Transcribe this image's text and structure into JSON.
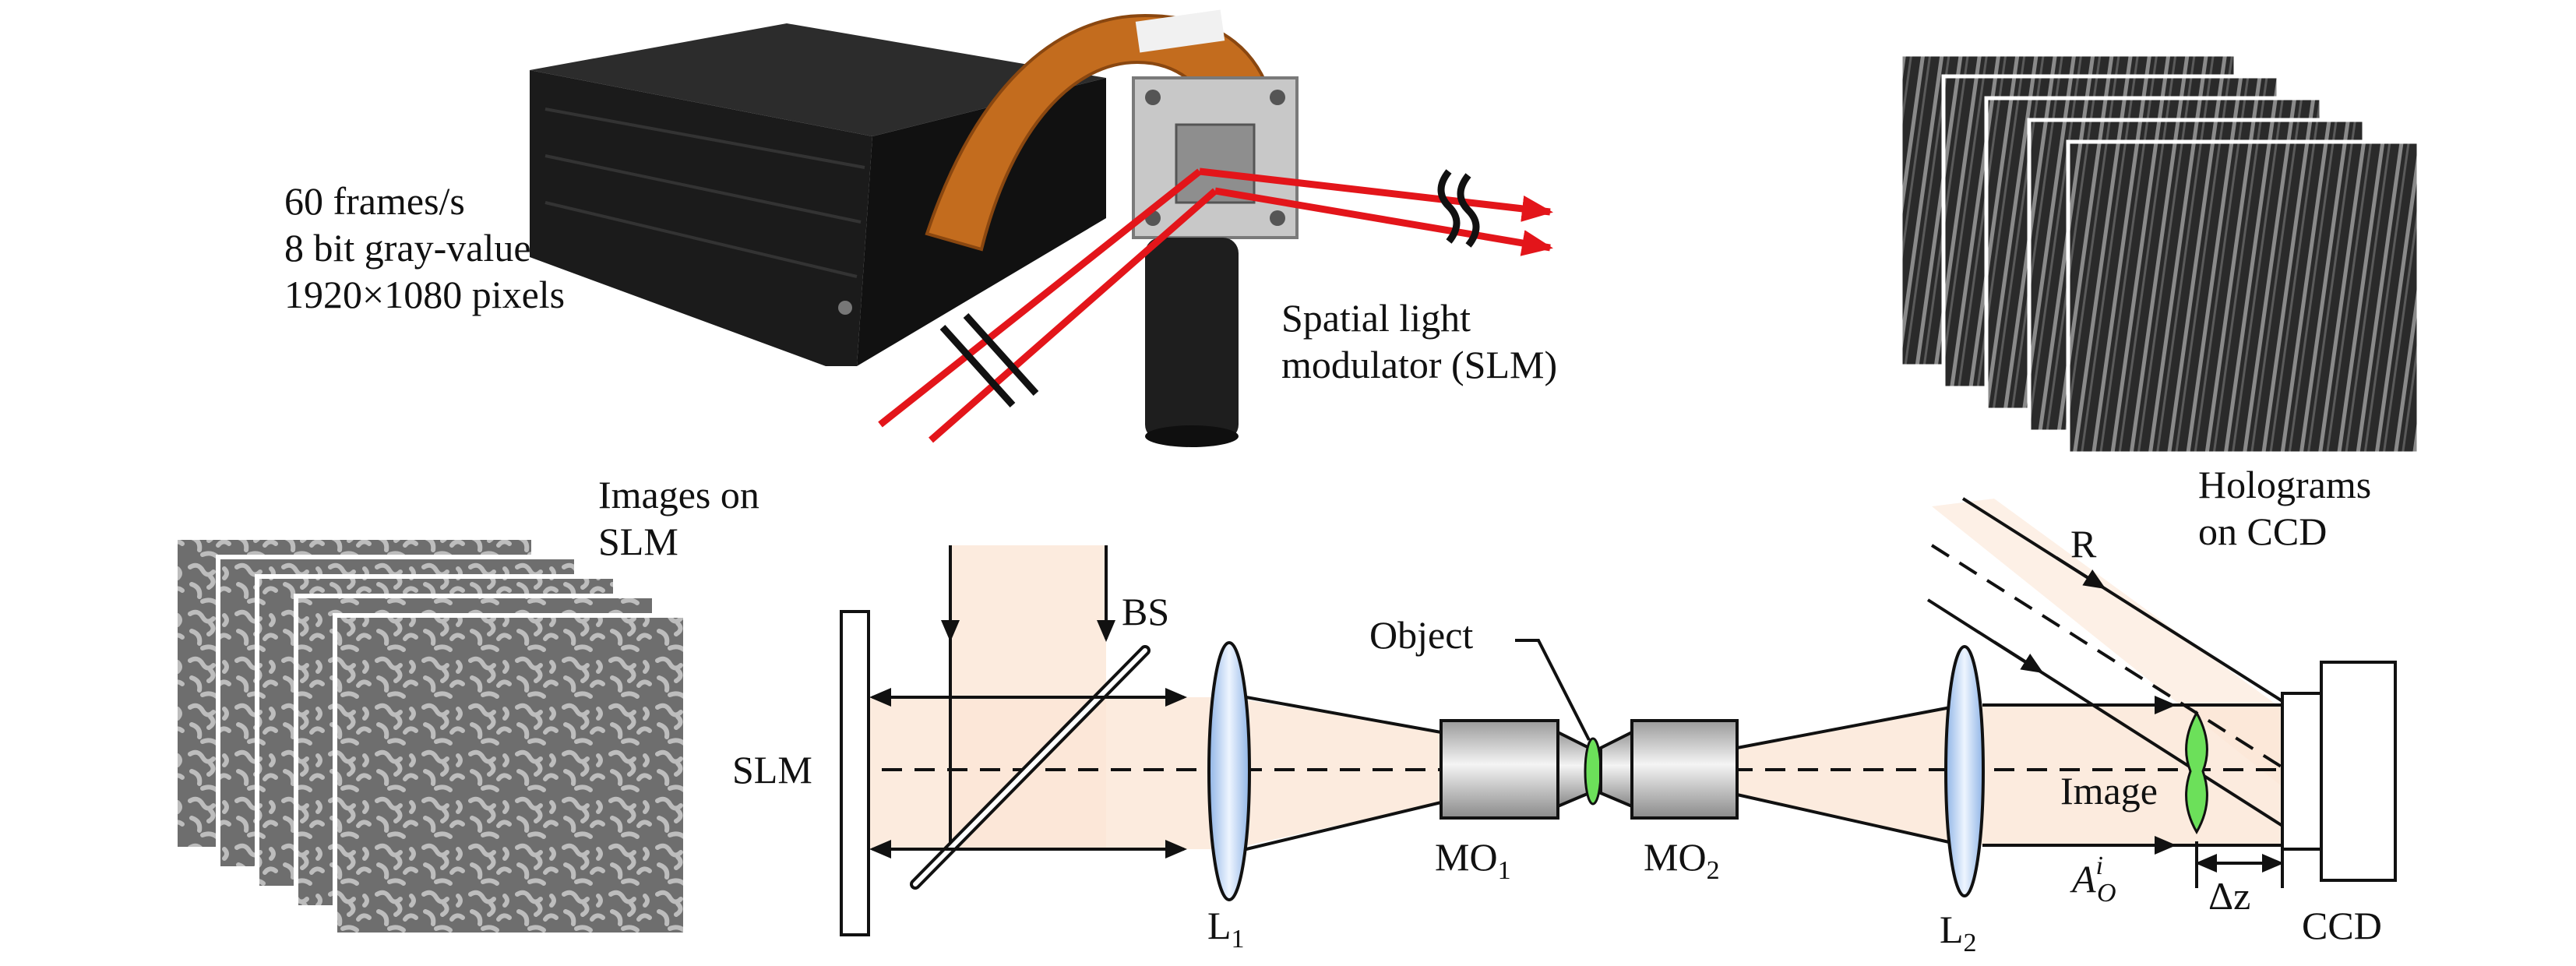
{
  "specs": {
    "line1": "60 frames/s",
    "line2": "8 bit gray-value",
    "line3": "1920×1080 pixels"
  },
  "slm_photo_label": {
    "line1": "Spatial light",
    "line2": "modulator (SLM)"
  },
  "images_label": {
    "line1": "Images on",
    "line2": "SLM"
  },
  "holograms_label": {
    "line1": "Holograms",
    "line2": "on CCD"
  },
  "setup": {
    "slm": "SLM",
    "bs": "BS",
    "l1": "L",
    "l1_sub": "1",
    "l2": "L",
    "l2_sub": "2",
    "mo1": "MO",
    "mo1_sub": "1",
    "mo2": "MO",
    "mo2_sub": "2",
    "object": "Object",
    "image": "Image",
    "reference": "R",
    "ao_base": "A",
    "ao_sup": "i",
    "ao_sub": "O",
    "dz": "Δz",
    "ccd": "CCD"
  },
  "colors": {
    "laser": "#e3151a",
    "beam_fill": "#fbe6d6",
    "lens": "#b9d2f0",
    "object": "#6ce05a",
    "slm_image_dark": "#6e6e6e",
    "slm_image_light": "#bdbdbd",
    "hologram_dark": "#2a2a2a"
  }
}
